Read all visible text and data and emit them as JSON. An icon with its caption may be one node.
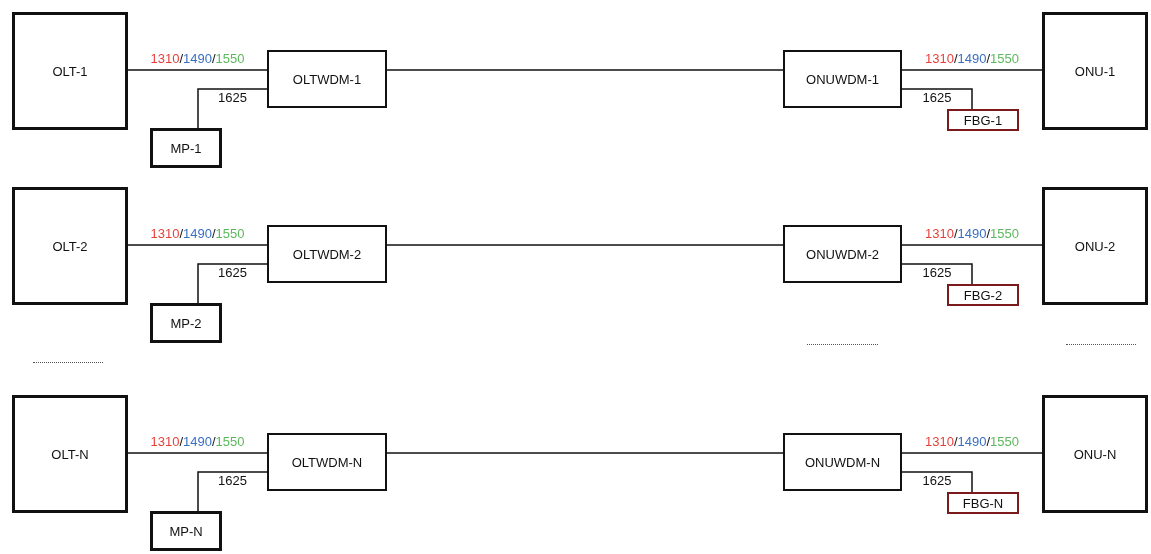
{
  "diagram": {
    "nodes": [
      {
        "text": [
          "OLT-1"
        ]
      },
      {
        "text": [
          "OLTWDM-1"
        ]
      },
      {
        "text": [
          "ONUWDM-1"
        ]
      },
      {
        "text": [
          "ONU-1"
        ]
      },
      {
        "text": [
          "MP-1"
        ]
      },
      {
        "text": [
          "FBG-1"
        ]
      },
      {
        "text": [
          "OLT-2"
        ]
      },
      {
        "text": [
          "OLTWDM-2"
        ]
      },
      {
        "text": [
          "ONUWDM-2"
        ]
      },
      {
        "text": [
          "ONU-2"
        ]
      },
      {
        "text": [
          "MP-2"
        ]
      },
      {
        "text": [
          "FBG-2"
        ]
      },
      {
        "text": [
          "OLT-N"
        ]
      },
      {
        "text": [
          "OLTWDM-N"
        ]
      },
      {
        "text": [
          "ONUWDM-N"
        ]
      },
      {
        "text": [
          "ONU-N"
        ]
      },
      {
        "text": [
          "MP-N"
        ]
      },
      {
        "text": [
          "FBG-N"
        ]
      }
    ],
    "edges": [
      {
        "from": 0,
        "to": 1,
        "arrow": "none",
        "label": "1310/1490/1550"
      },
      {
        "from": 4,
        "to": 1,
        "arrow": "none",
        "label": "1625"
      },
      {
        "from": 1,
        "to": 2,
        "arrow": "none"
      },
      {
        "from": 2,
        "to": 3,
        "arrow": "none",
        "label": "1310/1490/1550"
      },
      {
        "from": 2,
        "to": 5,
        "arrow": "none",
        "label": "1625"
      },
      {
        "from": 6,
        "to": 7,
        "arrow": "none",
        "label": "1310/1490/1550"
      },
      {
        "from": 10,
        "to": 7,
        "arrow": "none",
        "label": "1625"
      },
      {
        "from": 7,
        "to": 8,
        "arrow": "none"
      },
      {
        "from": 8,
        "to": 9,
        "arrow": "none",
        "label": "1310/1490/1550"
      },
      {
        "from": 8,
        "to": 11,
        "arrow": "none",
        "label": "1625"
      },
      {
        "from": 12,
        "to": 13,
        "arrow": "none",
        "label": "1310/1490/1550"
      },
      {
        "from": 16,
        "to": 13,
        "arrow": "none",
        "label": "1625"
      },
      {
        "from": 13,
        "to": 14,
        "arrow": "none"
      },
      {
        "from": 14,
        "to": 15,
        "arrow": "none",
        "label": "1310/1490/1550"
      },
      {
        "from": 14,
        "to": 17,
        "arrow": "none",
        "label": "1625"
      }
    ]
  }
}
